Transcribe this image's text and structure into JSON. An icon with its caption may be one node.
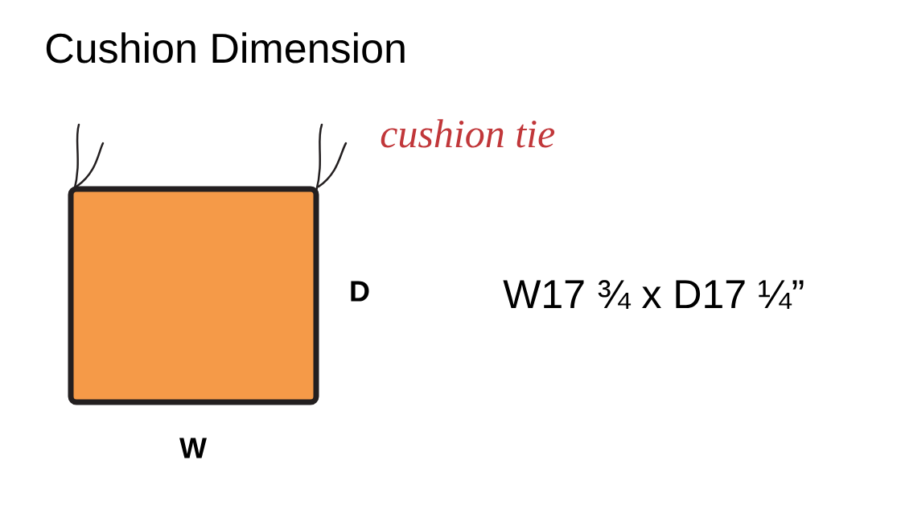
{
  "diagram": {
    "title": "Cushion Dimension",
    "labels": [
      "cushion tie",
      "D",
      "W17 ¾ x D17 ¼”",
      "W"
    ]
  }
}
